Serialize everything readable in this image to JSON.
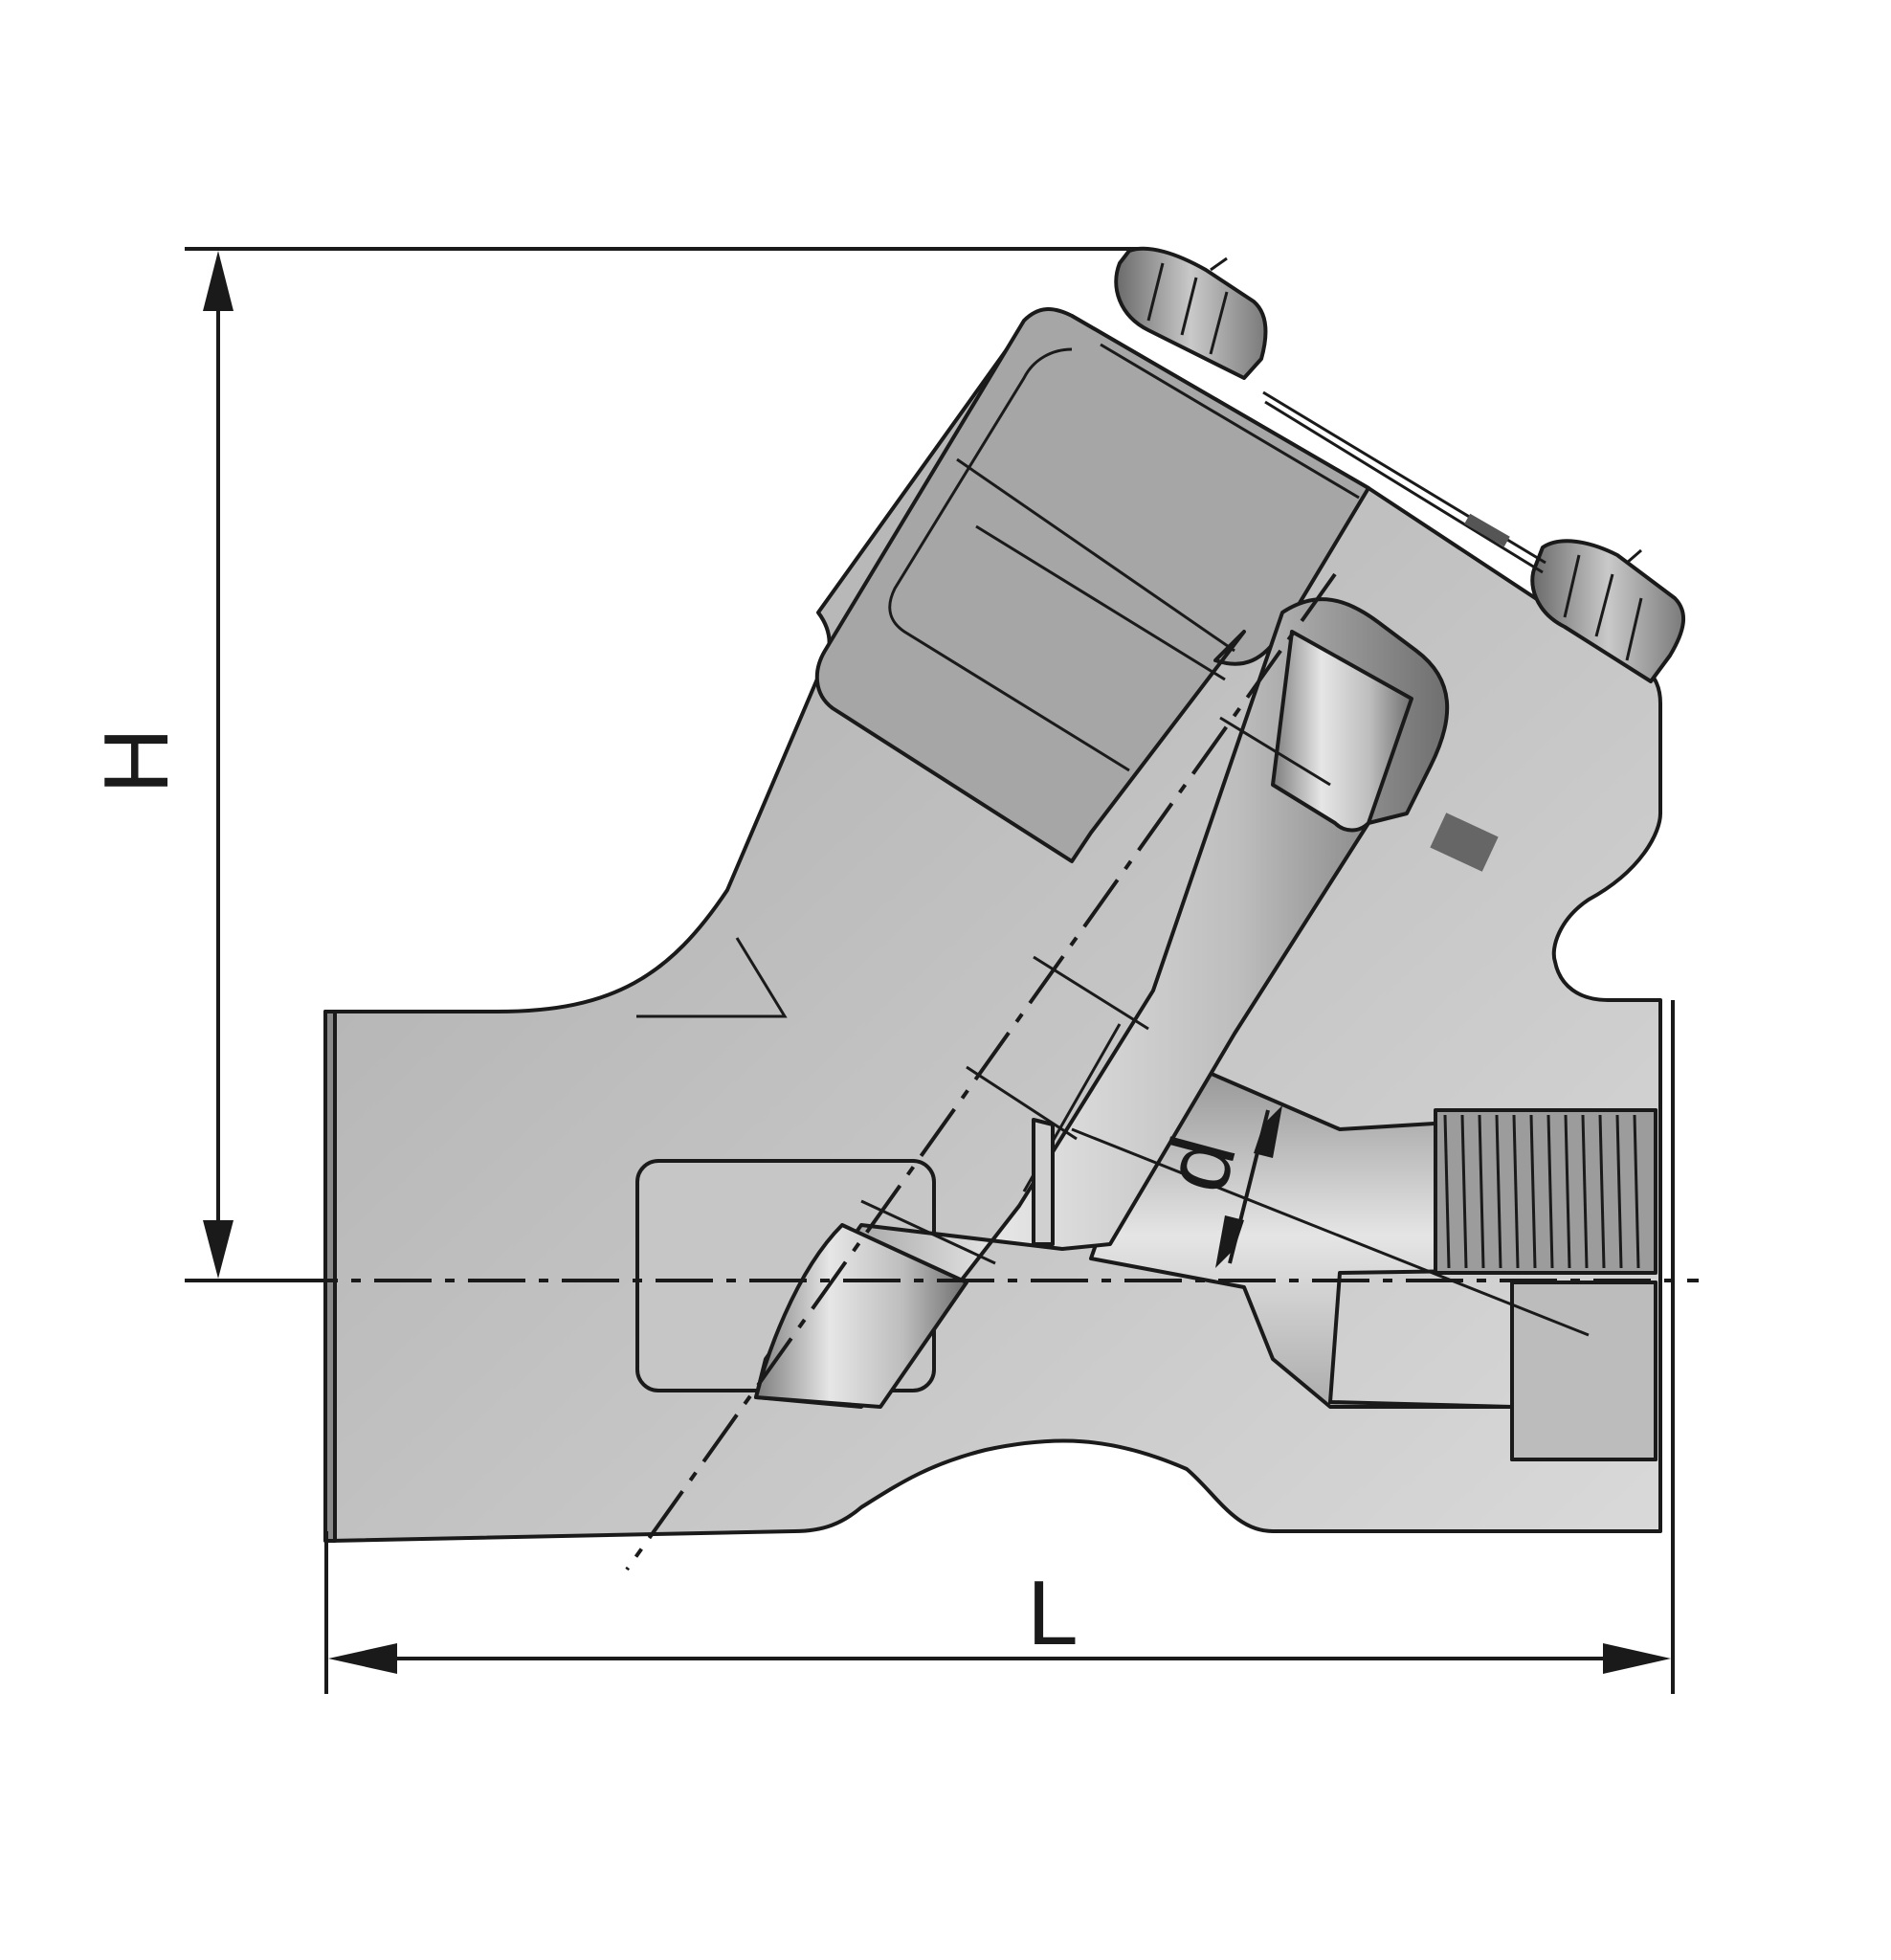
{
  "drawing": {
    "dimension_labels": {
      "height": "H",
      "length": "L",
      "diameter": "d"
    },
    "colors": {
      "body_light": "#d7d7d7",
      "body_mid": "#b4b4b4",
      "bonnet": "#a6a6a6",
      "bore": "#cfcfcf",
      "stem_light": "#e8e8e8",
      "stem_dark": "#8f8f8f",
      "outline": "#1a1a1a"
    }
  }
}
